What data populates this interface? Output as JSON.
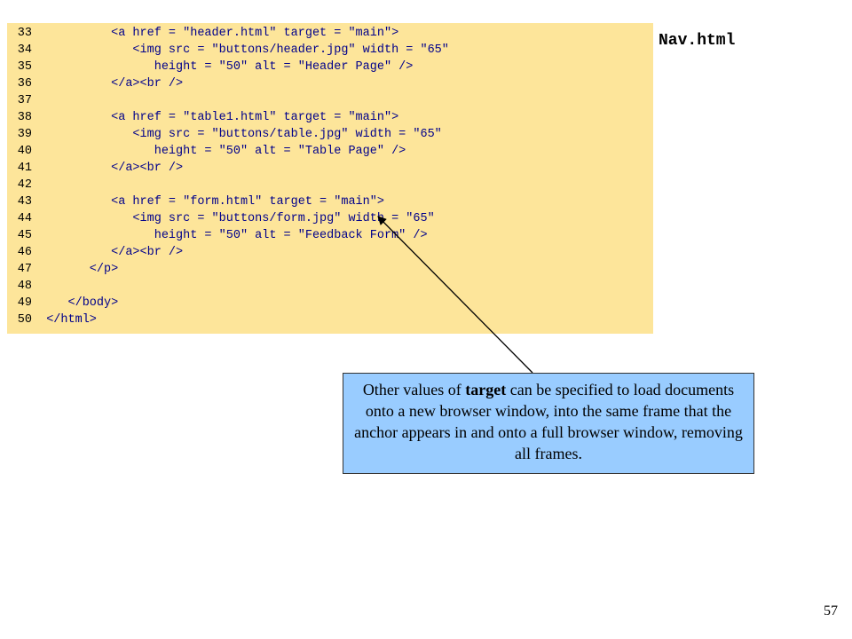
{
  "file_title": "Nav.html",
  "code_lines": [
    {
      "num": "33",
      "code": "         <a href = \"header.html\" target = \"main\">"
    },
    {
      "num": "34",
      "code": "            <img src = \"buttons/header.jpg\" width = \"65\""
    },
    {
      "num": "35",
      "code": "               height = \"50\" alt = \"Header Page\" />"
    },
    {
      "num": "36",
      "code": "         </a><br />"
    },
    {
      "num": "37",
      "code": ""
    },
    {
      "num": "38",
      "code": "         <a href = \"table1.html\" target = \"main\">"
    },
    {
      "num": "39",
      "code": "            <img src = \"buttons/table.jpg\" width = \"65\""
    },
    {
      "num": "40",
      "code": "               height = \"50\" alt = \"Table Page\" />"
    },
    {
      "num": "41",
      "code": "         </a><br />"
    },
    {
      "num": "42",
      "code": ""
    },
    {
      "num": "43",
      "code": "         <a href = \"form.html\" target = \"main\">"
    },
    {
      "num": "44",
      "code": "            <img src = \"buttons/form.jpg\" width = \"65\""
    },
    {
      "num": "45",
      "code": "               height = \"50\" alt = \"Feedback Form\" />"
    },
    {
      "num": "46",
      "code": "         </a><br />"
    },
    {
      "num": "47",
      "code": "      </p>"
    },
    {
      "num": "48",
      "code": ""
    },
    {
      "num": "49",
      "code": "   </body>"
    },
    {
      "num": "50",
      "code": "</html>"
    }
  ],
  "callout": {
    "before": "Other values of ",
    "keyword": "target",
    "after": " can be specified to load documents onto a new browser window, into the same frame that the anchor appears in and onto a full browser window, removing all frames."
  },
  "page_number": "57",
  "colors": {
    "code_background": "#fde59a",
    "code_text": "#00008b",
    "callout_background": "#99ccff"
  }
}
